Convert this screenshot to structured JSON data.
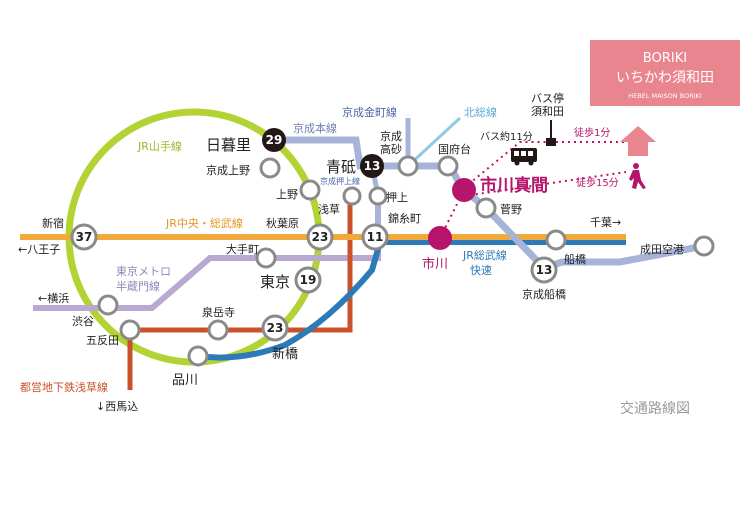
{
  "brand": {
    "title": "BORIKI",
    "subtitle": "いちかわ須和田",
    "tagline": "HEBEL MAISON BORIKI",
    "color": "#e8858f"
  },
  "caption": "交通路線図",
  "colors": {
    "yamanote": "#b3d334",
    "chuo_sobu": "#f2a93b",
    "sobu_rapid": "#2d7ab8",
    "keisei": "#a7b4d8",
    "asakusa": "#c9522a",
    "hanzomon": "#b7a9d1",
    "hokuso": "#8ec9e8",
    "kanamachi": "#a7b4d8",
    "highlight": "#b6156b"
  },
  "lines": {
    "yamanote": "JR山手線",
    "keisei_main": "京成本線",
    "kanamachi": "京成金町線",
    "hokuso": "北総線",
    "chuo_sobu": "JR中央・総武線",
    "hanzomon_1": "東京メトロ",
    "hanzomon_2": "半蔵門線",
    "asakusa": "都営地下鉄浅草線",
    "oshiage_line": "京成押上線",
    "sobu_rapid_1": "JR総武線",
    "sobu_rapid_2": "快速"
  },
  "stations": {
    "nippori": "日暮里",
    "keisei_ueno": "京成上野",
    "ueno": "上野",
    "aoto": "青砥",
    "keisei_takasago_1": "京成",
    "keisei_takasago_2": "高砂",
    "kokufudai": "国府台",
    "ichikawa_mama": "市川真間",
    "sugano": "菅野",
    "shinjuku": "新宿",
    "akihabara": "秋葉原",
    "asakusa": "浅草",
    "oshiage": "押上",
    "kinshicho": "錦糸町",
    "ichikawa": "市川",
    "funabashi": "船橋",
    "keisei_funabashi": "京成船橋",
    "narita": "成田空港",
    "otemachi": "大手町",
    "tokyo": "東京",
    "shibuya": "渋谷",
    "gotanda": "五反田",
    "sengakuji": "泉岳寺",
    "shimbashi": "新橋",
    "shinagawa": "品川",
    "bus_stop_1": "バス停",
    "bus_stop_2": "須和田"
  },
  "destinations": {
    "chiba": "千葉→",
    "hachioji": "←八王子",
    "yokohama": "←横浜",
    "nishimagome": "↓西馬込"
  },
  "times": {
    "nippori": "29",
    "aoto": "13",
    "akihabara": "23",
    "shinjuku": "37",
    "kinshicho": "11",
    "tokyo": "19",
    "shimbashi": "23",
    "keisei_funabashi": "13"
  },
  "access": {
    "bus": "バス約11分",
    "walk_bus": "徒歩1分",
    "walk_station": "徒歩15分"
  }
}
